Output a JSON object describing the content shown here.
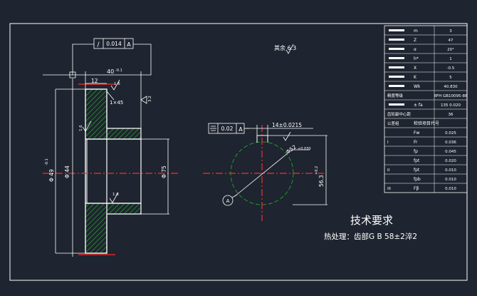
{
  "colors": {
    "background": "#1e2430",
    "line": "#ffffff",
    "centerline": "#ff2a2a",
    "hatch": "#22c020",
    "pitch_circle": "#1f9a2a"
  },
  "tolerances": {
    "runout_top": "0.014",
    "runout_top_datum": "A",
    "symmetry_keyway": "0.02",
    "symmetry_keyway_datum": "A"
  },
  "dimensions": {
    "hub_width_top": "40",
    "hub_width_top_tol": "-0.1",
    "step_12": "12",
    "chamfer": "1×45",
    "roughness_1_6_a": "1.6",
    "roughness_1_6_b": "1.6",
    "roughness_1_6_c": "1.6",
    "roughness_3_2": "3.2",
    "outer_diameter": "Φ 49",
    "outer_diameter_tol": "-0.1",
    "pitch_label": "Φ 44",
    "bore_label": "Φ 75",
    "keyway_width": "14±0.0215",
    "bore_dia": "Φ52",
    "bore_dia_tol": "+0.030",
    "keyway_depth": "56.3",
    "keyway_depth_tol": "+0.2",
    "datum_circle": "A",
    "rest_surface": "其余 6.3"
  },
  "parameter_table": {
    "rows": [
      {
        "label": "",
        "sym": "m",
        "value": "3"
      },
      {
        "label": "",
        "sym": "Z",
        "value": "47"
      },
      {
        "label": "",
        "sym": "α",
        "value": "20°"
      },
      {
        "label": "",
        "sym": "h*",
        "value": "1"
      },
      {
        "label": "",
        "sym": "X",
        "value": "-0.5"
      },
      {
        "label": "",
        "sym": "K",
        "value": "5"
      },
      {
        "label": "",
        "sym": "Wk",
        "value": "40.830"
      },
      {
        "label": "精度等级",
        "sym": "",
        "value": "8FH GB10095-88"
      },
      {
        "label": "",
        "sym": "± fa",
        "value": "135 0.020"
      },
      {
        "label": "齿轮副中心距",
        "sym": "",
        "value": "36"
      },
      {
        "label": "公差组",
        "sym": "检验项目代号",
        "value": ""
      },
      {
        "label": "",
        "sym": "Fw",
        "value": "0.025"
      },
      {
        "label": "I",
        "sym": "Fr",
        "value": "0.036"
      },
      {
        "label": "",
        "sym": "fp",
        "value": "0.045"
      },
      {
        "label": "",
        "sym": "fpt",
        "value": "0.020"
      },
      {
        "label": "II",
        "sym": "fpt",
        "value": "0.010"
      },
      {
        "label": "",
        "sym": "fpb",
        "value": "0.010"
      },
      {
        "label": "III",
        "sym": "Fβ",
        "value": "0.010"
      }
    ]
  },
  "notes": {
    "heading": "技术要求",
    "line1": "热处理：齿部G B 58±2淬2"
  }
}
